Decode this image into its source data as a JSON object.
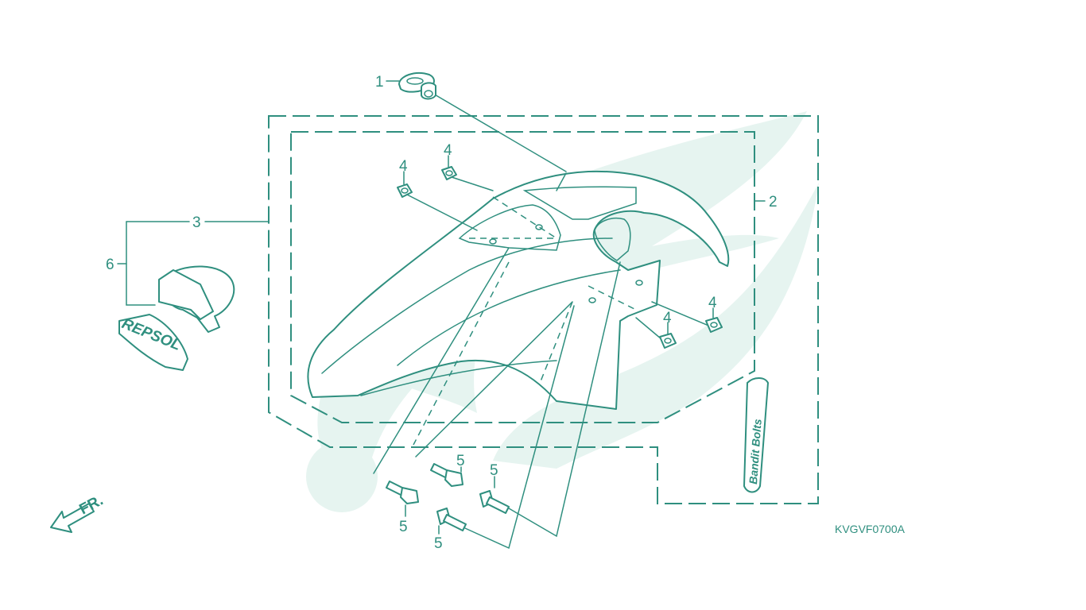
{
  "diagram_code": "KVGVF0700A",
  "direction_label": "FR.",
  "callouts": {
    "c1": "1",
    "c2": "2",
    "c3": "3",
    "c4a": "4",
    "c4b": "4",
    "c4c": "4",
    "c4d": "4",
    "c5a": "5",
    "c5b": "5",
    "c5c": "5",
    "c5d": "5",
    "c6": "6"
  },
  "decals": {
    "repsol": "REPSOL",
    "stripe": "Bandit Bolts"
  },
  "colors": {
    "line": "#2f8f7f",
    "watermark": "#e6f4f0",
    "background": "#ffffff"
  }
}
